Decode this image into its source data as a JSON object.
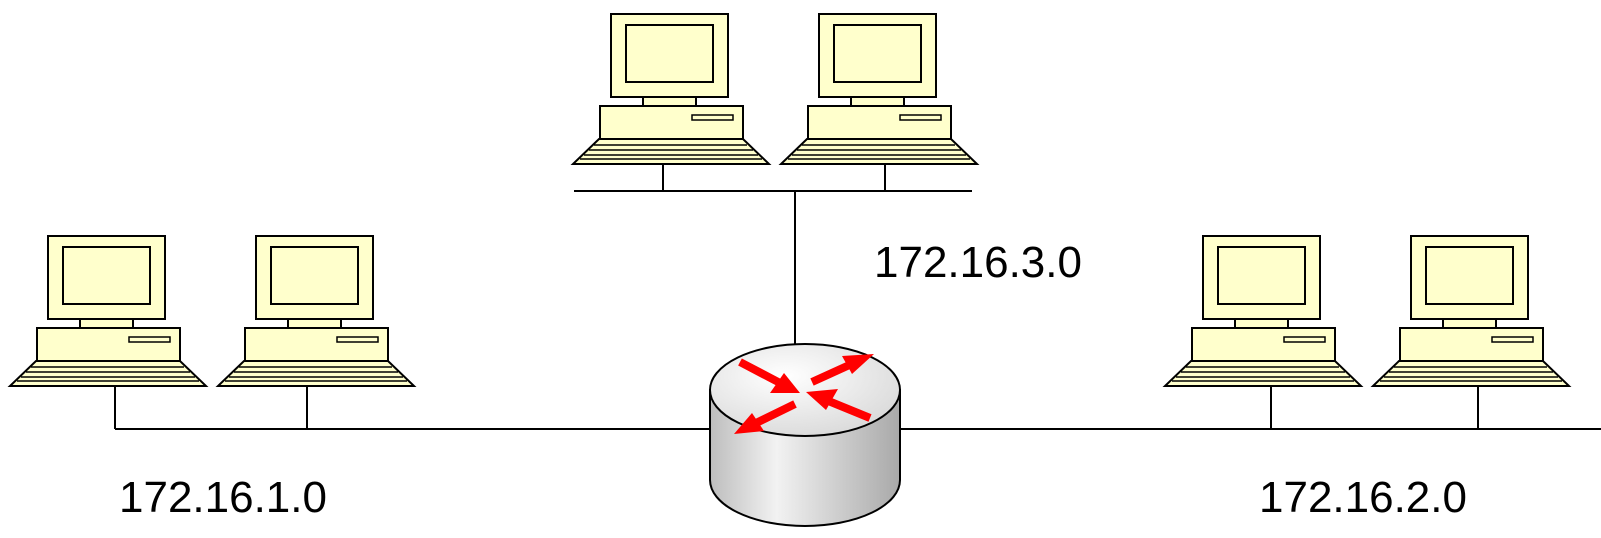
{
  "networks": [
    {
      "id": "left",
      "address": "172.16.1.0"
    },
    {
      "id": "top",
      "address": "172.16.3.0"
    },
    {
      "id": "right",
      "address": "172.16.2.0"
    }
  ],
  "icons": {
    "computer": "desktop-computer-icon",
    "router": "router-icon"
  },
  "colors": {
    "computer_body": "#ffffcc",
    "router_body": "#e0e0e0",
    "router_arrows": "#ff0000",
    "lines": "#000000",
    "background": "#ffffff"
  }
}
